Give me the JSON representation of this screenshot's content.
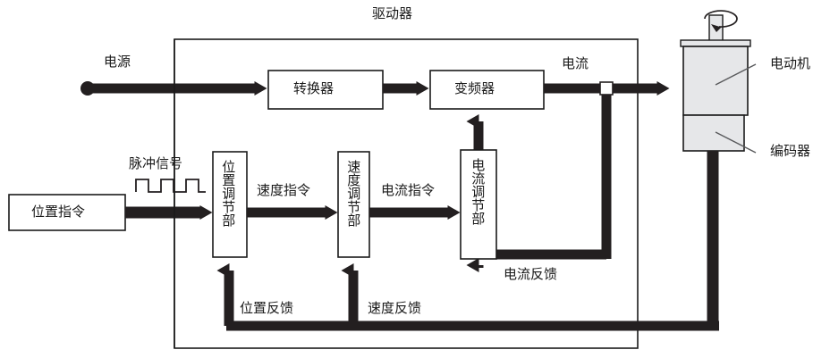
{
  "diagram": {
    "title": "驱动器",
    "enclosure_label": "驱动器",
    "blocks": [
      {
        "id": "position-command",
        "label": "位置指令",
        "orientation": "horizontal"
      },
      {
        "id": "position-regulator",
        "label": "位置调节部",
        "orientation": "vertical"
      },
      {
        "id": "speed-regulator",
        "label": "速度调节部",
        "orientation": "vertical"
      },
      {
        "id": "current-regulator",
        "label": "电流调节部",
        "orientation": "vertical"
      },
      {
        "id": "converter",
        "label": "转换器",
        "orientation": "horizontal"
      },
      {
        "id": "inverter",
        "label": "变频器",
        "orientation": "horizontal"
      },
      {
        "id": "motor",
        "label": "电动机",
        "orientation": "device"
      },
      {
        "id": "encoder",
        "label": "编码器",
        "orientation": "device"
      }
    ],
    "signal_labels": [
      {
        "id": "power-source",
        "label": "电源"
      },
      {
        "id": "pulse-signal",
        "label": "脉冲信号"
      },
      {
        "id": "speed-command",
        "label": "速度指令"
      },
      {
        "id": "current-command",
        "label": "电流指令"
      },
      {
        "id": "current",
        "label": "电流"
      },
      {
        "id": "current-feedback",
        "label": "电流反馈"
      },
      {
        "id": "speed-feedback",
        "label": "速度反馈"
      },
      {
        "id": "position-feedback",
        "label": "位置反馈"
      }
    ],
    "callouts": [
      {
        "id": "motor-callout",
        "label": "电动机"
      },
      {
        "id": "encoder-callout",
        "label": "编码器"
      }
    ],
    "colors": {
      "line": "#231f20",
      "outline": "#1a1a1a",
      "device_fill": "#e6e7e9",
      "background": "#ffffff"
    },
    "waveform": {
      "id": "pulse-waveform",
      "pulses": 3
    },
    "rotation_indicator": {
      "id": "shaft-rotation-arrow",
      "direction": "clockwise"
    }
  }
}
